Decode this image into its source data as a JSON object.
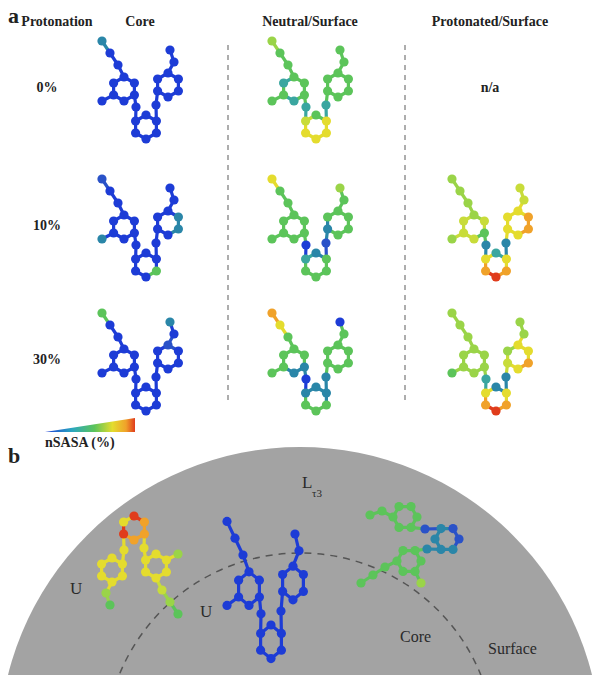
{
  "diagram": {
    "labels": [
      "a",
      "Protonation",
      "Core",
      "Neutral/Surface",
      "Protonated/Surface",
      "0%",
      "10%",
      "30%",
      "n/a",
      "b",
      "L",
      "τ3",
      "U",
      "U",
      "Core",
      "Surface"
    ],
    "legend": [
      {
        "text": "nSASA (%)"
      }
    ]
  }
}
